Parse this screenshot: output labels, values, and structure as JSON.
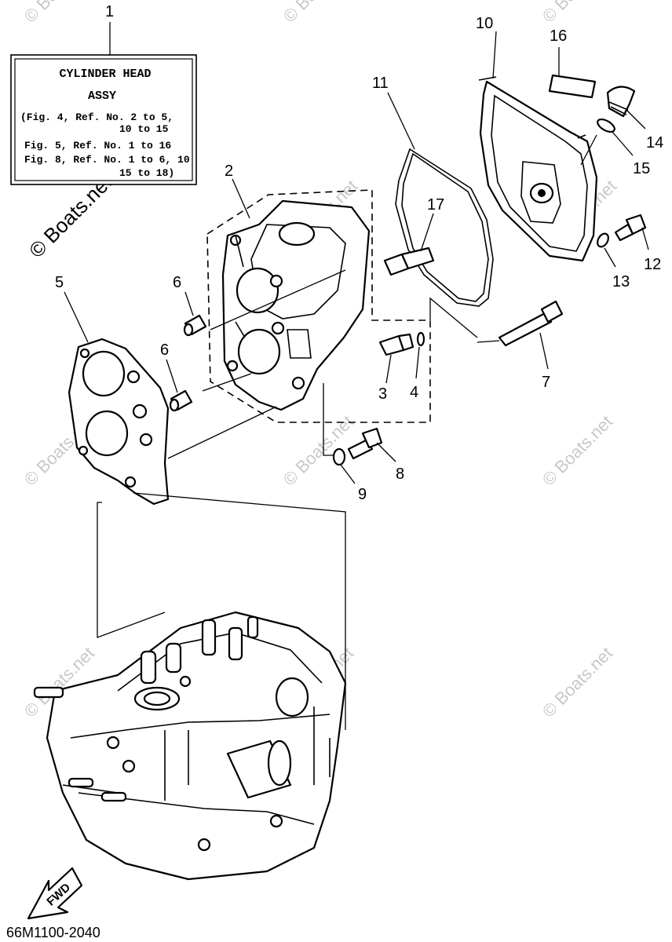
{
  "assembly_box": {
    "ref": "1",
    "line1": "CYLINDER HEAD",
    "line2": "ASSY",
    "line3": "(Fig. 4, Ref. No. 2 to 5,",
    "line4": "10 to 15",
    "line5": "Fig. 5, Ref. No. 1 to 16",
    "line6": "Fig. 8, Ref. No. 1 to 6, 10",
    "line7": "15 to 18)"
  },
  "callouts": {
    "c2": "2",
    "c3": "3",
    "c4": "4",
    "c5": "5",
    "c6a": "6",
    "c6b": "6",
    "c7": "7",
    "c8": "8",
    "c9": "9",
    "c10": "10",
    "c11": "11",
    "c12": "12",
    "c13": "13",
    "c14": "14",
    "c15": "15",
    "c16": "16",
    "c17": "17"
  },
  "fwd_label": "FWD",
  "diagram_code": "66M1100-2040",
  "watermark_text": "© Boats.net"
}
